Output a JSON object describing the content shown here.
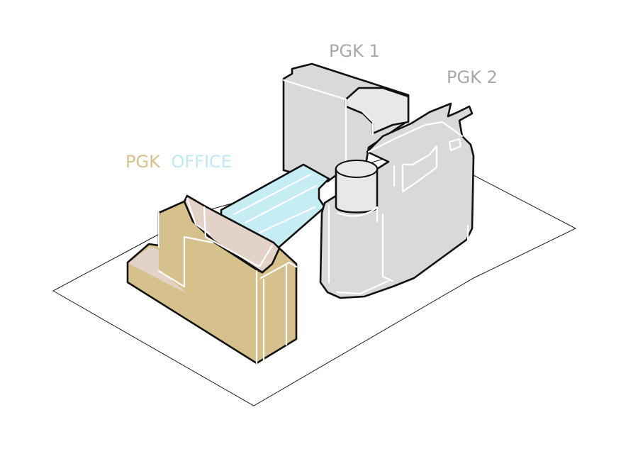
{
  "labels": {
    "pgk1": "PGK 1",
    "pgk2": "PGK 2",
    "office_prefix": "PGK",
    "office_suffix": "OFFICE"
  },
  "colors": {
    "grey_label": "#a8a8a8",
    "office": "#d6c08b",
    "office_label": "#d8c08c",
    "office_roof": "#e2d2c8",
    "bridge": "#c6edf4",
    "bridge_label": "#bfeaf3",
    "tower": "#d9d9d9",
    "outline": "#111111"
  }
}
